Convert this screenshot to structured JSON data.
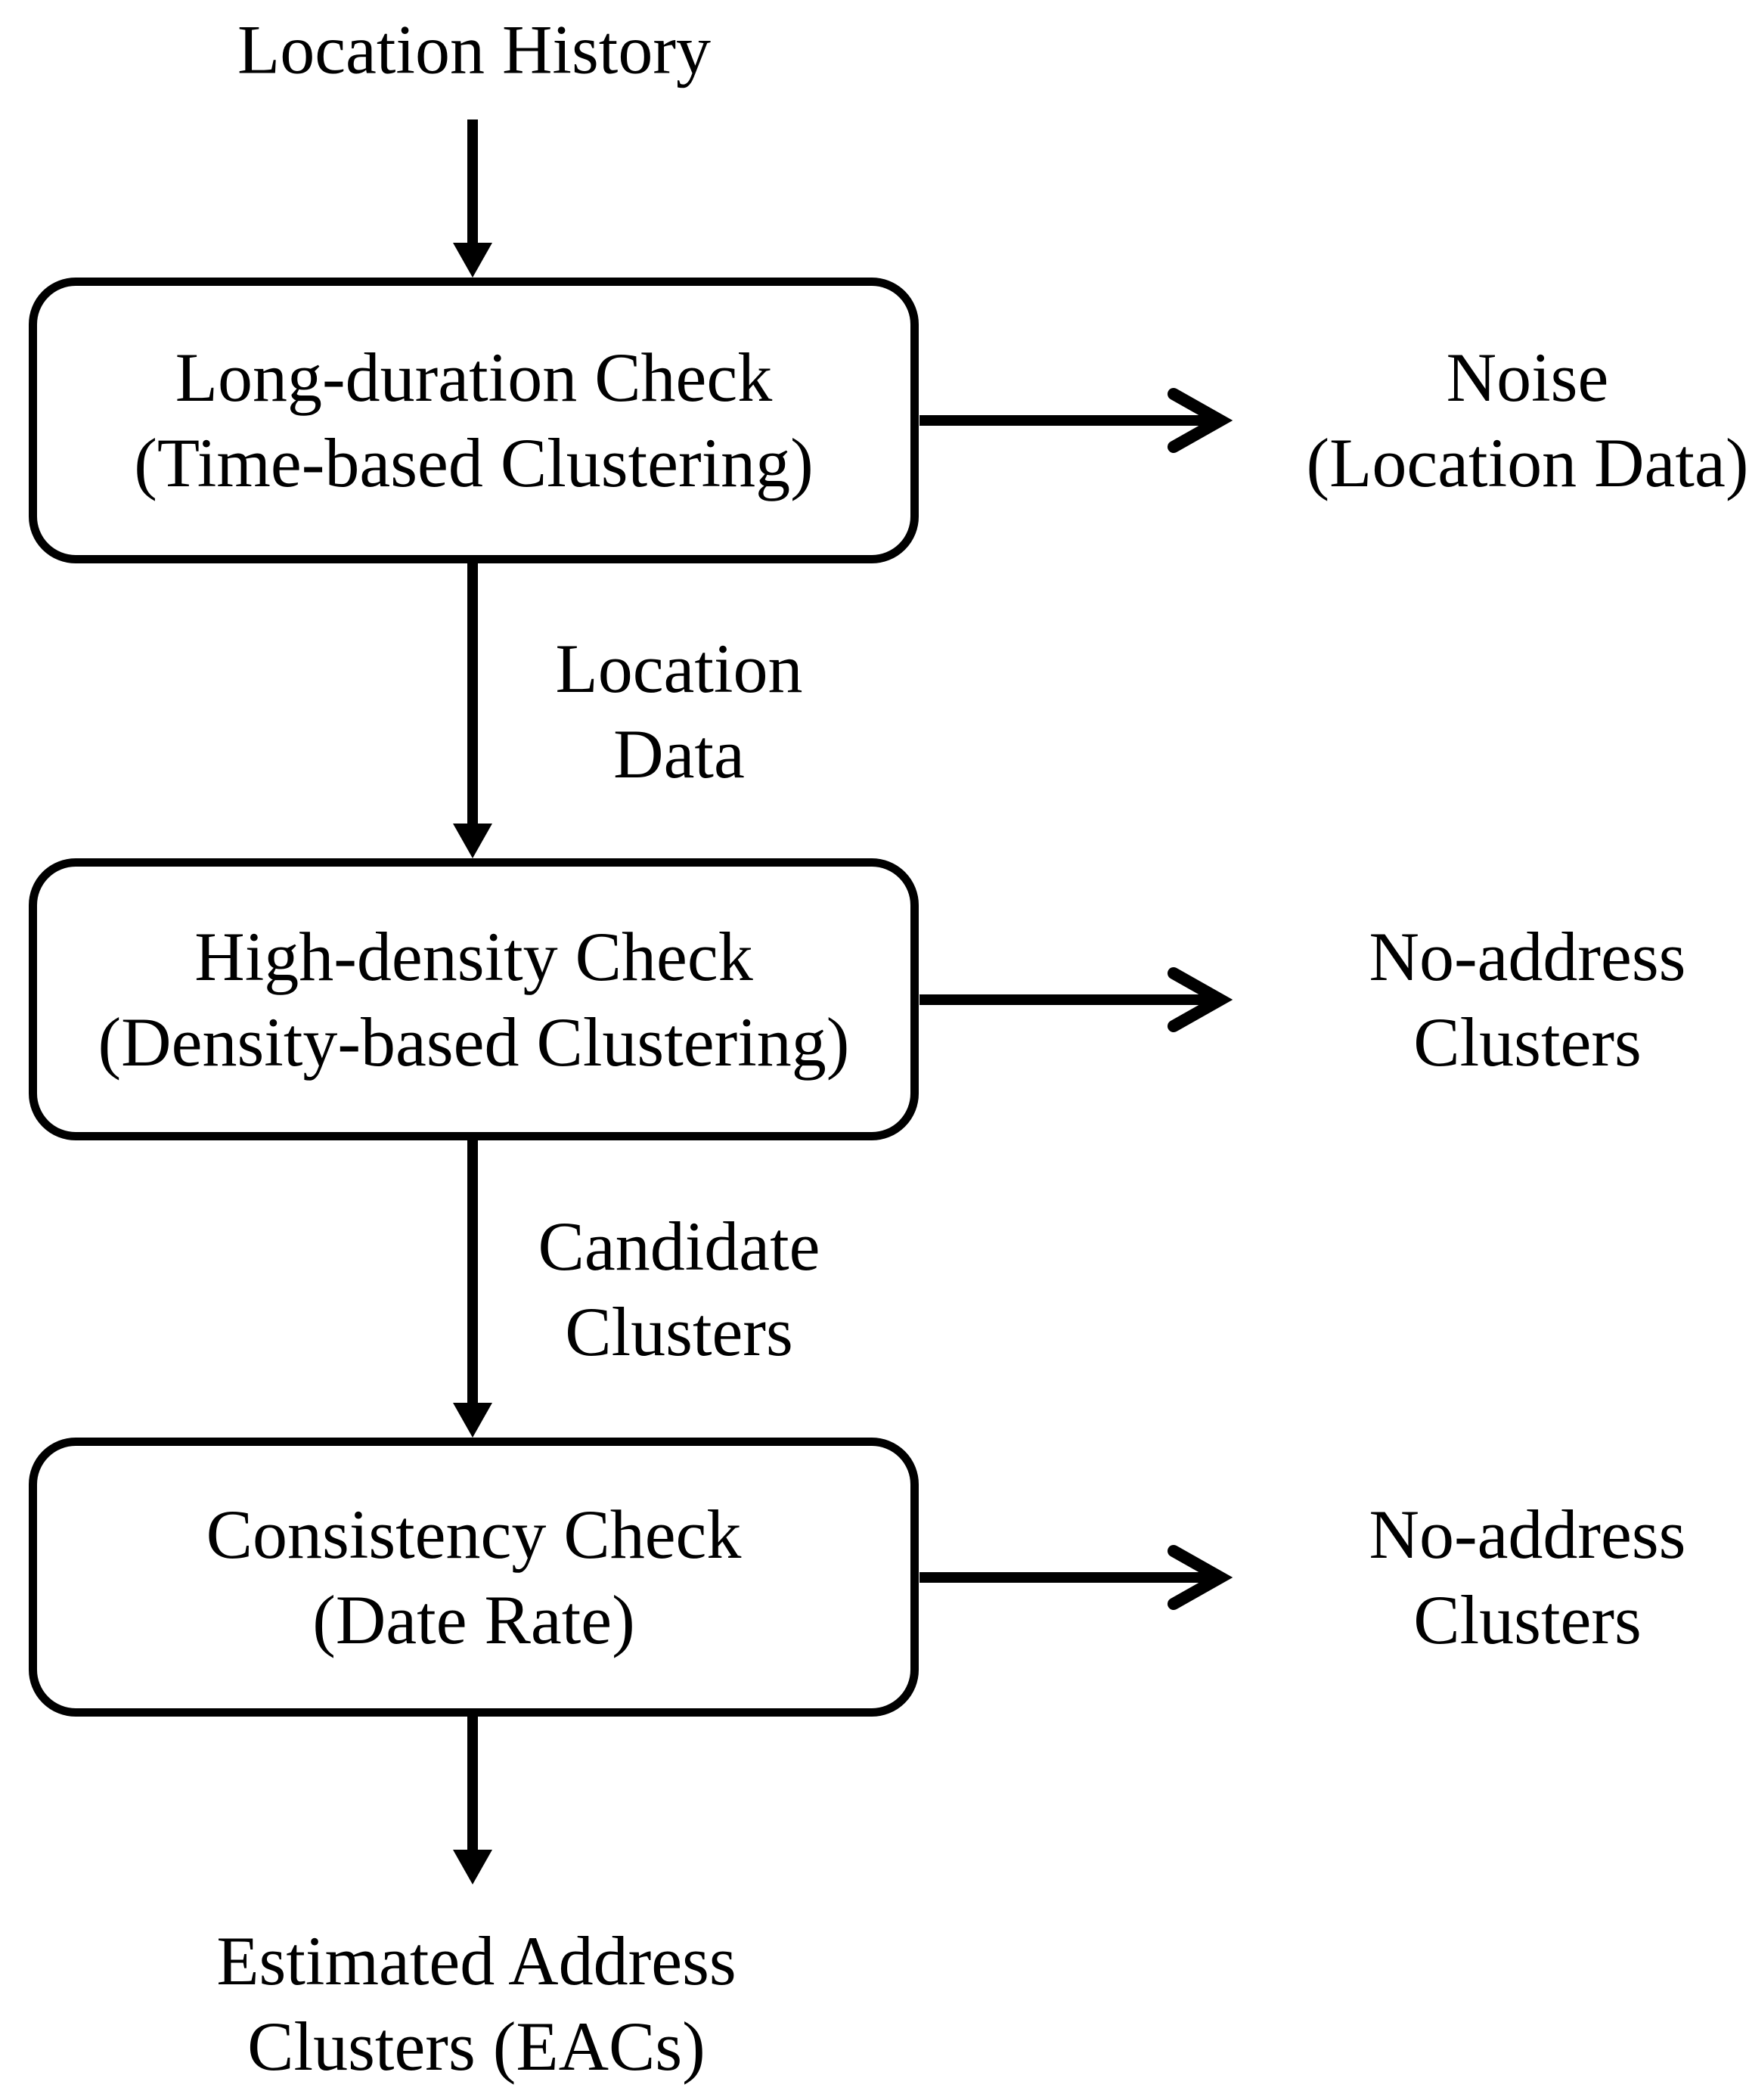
{
  "diagram": {
    "title": "Estimated Address Clusters extraction flowchart",
    "colors": {
      "ink": "#000000",
      "background": "#ffffff"
    },
    "nodes": {
      "input": "Location History",
      "process1": {
        "line1": "Long-duration Check",
        "line2": "(Time-based Clustering)"
      },
      "process2": {
        "line1": "High-density Check",
        "line2": "(Density-based Clustering)"
      },
      "process3": {
        "line1": "Consistency Check",
        "line2": "(Date Rate)"
      },
      "output": {
        "line1": "Estimated Address",
        "line2": "Clusters (EACs)"
      }
    },
    "branches": [
      {
        "line1": "Noise",
        "line2": "(Location Data)"
      },
      {
        "line1": "No-address",
        "line2": "Clusters"
      },
      {
        "line1": "No-address",
        "line2": "Clusters"
      }
    ],
    "edge_labels": [
      {
        "line1": "Location",
        "line2": "Data"
      },
      {
        "line1": "Candidate",
        "line2": "Clusters"
      }
    ]
  }
}
